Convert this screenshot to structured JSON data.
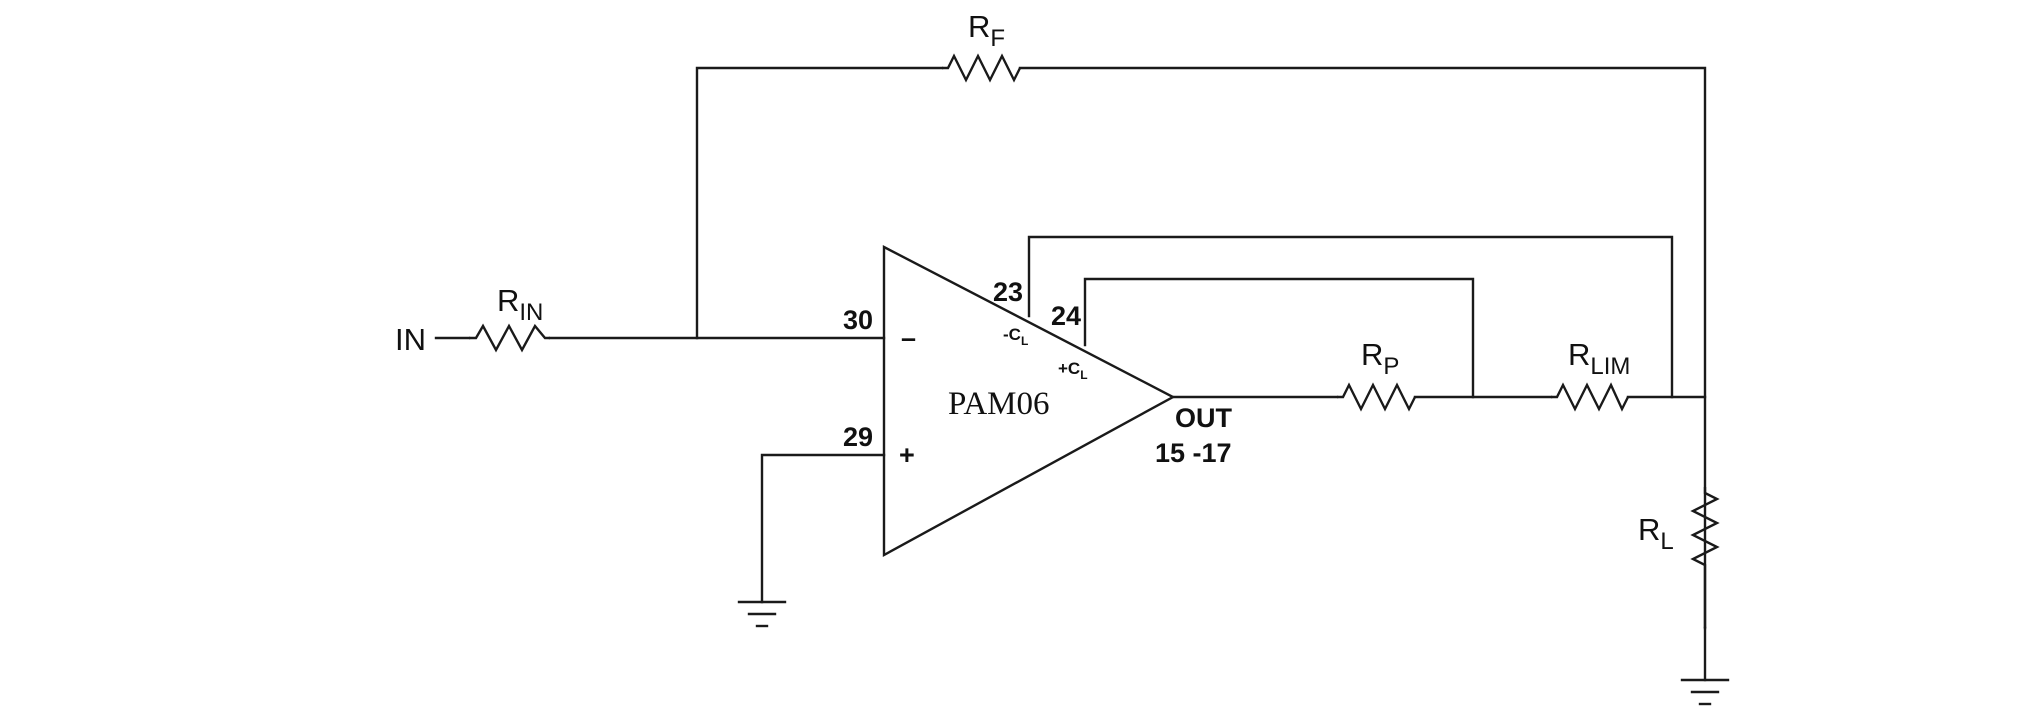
{
  "labels": {
    "input": "IN",
    "r_in": {
      "base": "R",
      "sub": "IN"
    },
    "r_f": {
      "base": "R",
      "sub": "F"
    },
    "r_p": {
      "base": "R",
      "sub": "P"
    },
    "r_lim": {
      "base": "R",
      "sub": "LIM"
    },
    "r_l": {
      "base": "R",
      "sub": "L"
    },
    "chip": "PAM06",
    "output": "OUT",
    "output_pins": "15 -17"
  },
  "pins": {
    "inverting_number": "30",
    "noninverting_number": "29",
    "neg_cl_number": "23",
    "pos_cl_number": "24",
    "inverting_symbol": "–",
    "noninverting_symbol": "+",
    "neg_cl": {
      "prefix": "-C",
      "sub": "L"
    },
    "pos_cl": {
      "prefix": "+C",
      "sub": "L"
    }
  }
}
